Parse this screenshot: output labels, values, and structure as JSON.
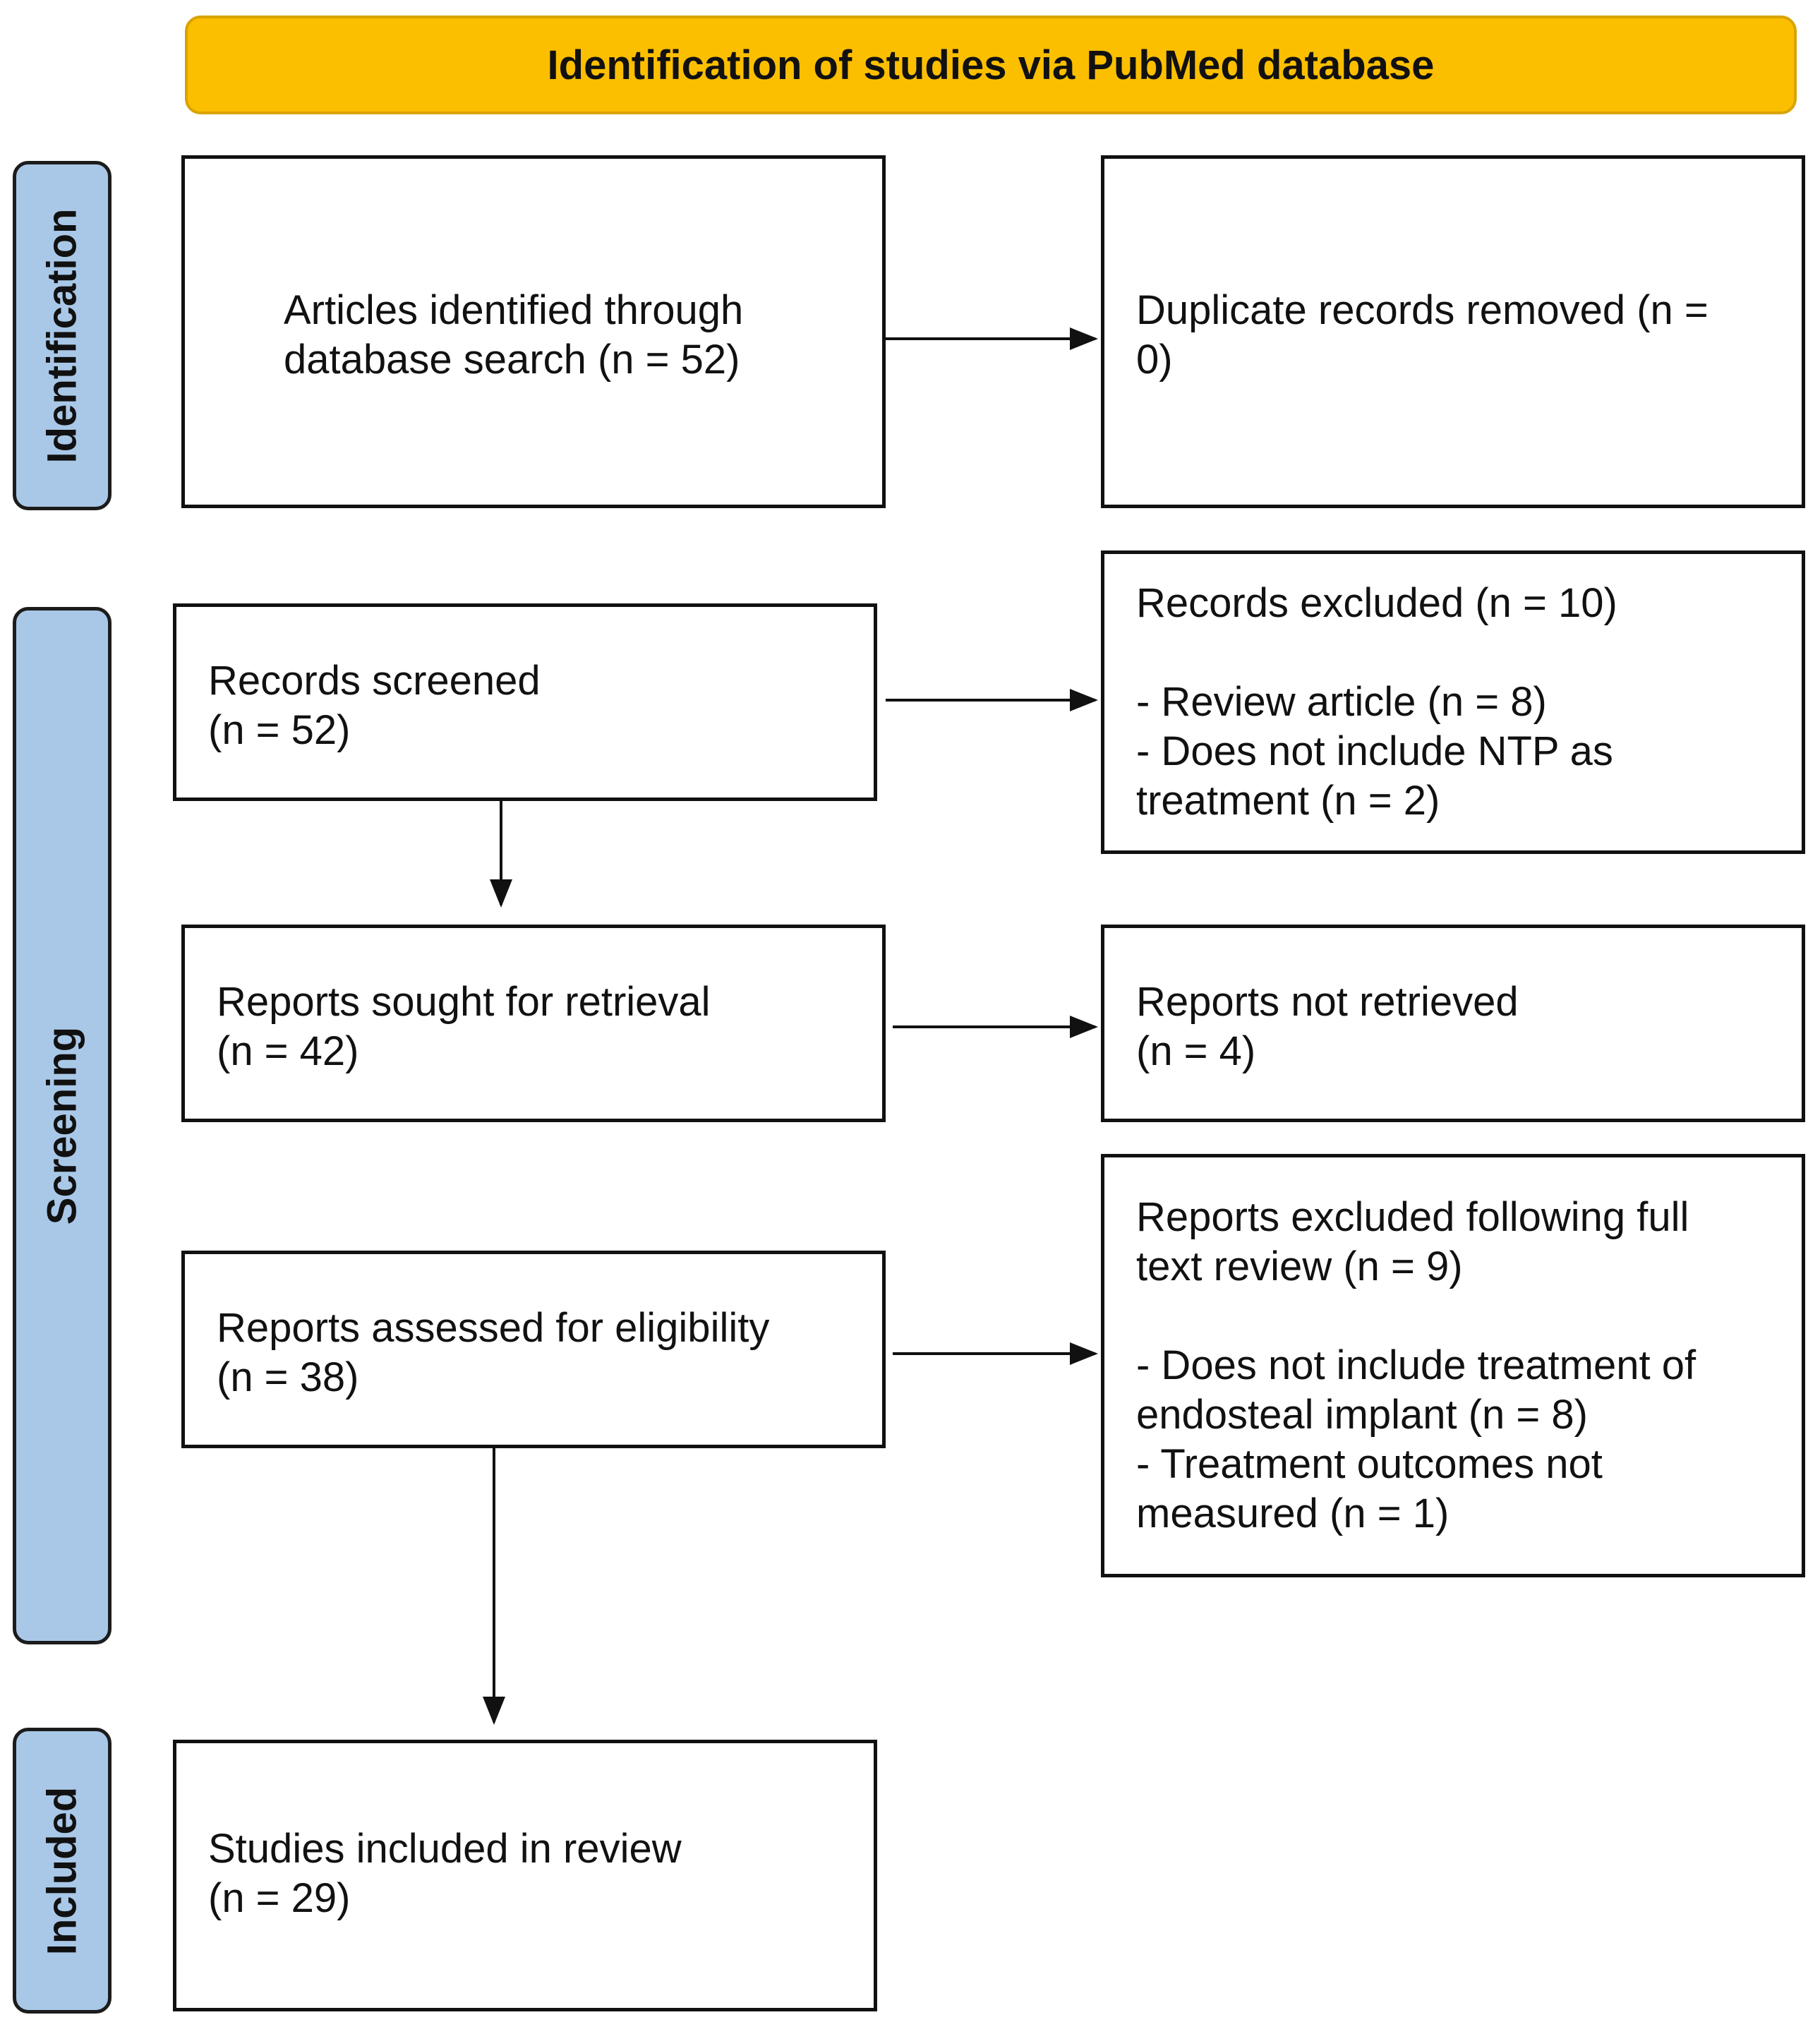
{
  "banner": {
    "text": "Identification of studies via PubMed database"
  },
  "stages": {
    "identification": "Identification",
    "screening": "Screening",
    "included": "Included"
  },
  "boxes": {
    "identified": "Articles identified through\ndatabase search (n = 52)",
    "duplicates": "Duplicate records removed (n =\n0)",
    "screened": "Records screened\n(n = 52)",
    "excluded": "Records excluded (n = 10)\n\n- Review article (n = 8)\n- Does not include NTP as\ntreatment (n = 2)",
    "sought": "Reports sought for retrieval\n(n = 42)",
    "not_retrieved": "Reports not retrieved\n(n = 4)",
    "assessed": "Reports assessed for eligibility\n(n = 38)",
    "excluded_fulltext": "Reports excluded following full\ntext review (n = 9)\n\n- Does not include treatment of\nendosteal implant (n = 8)\n- Treatment outcomes not\nmeasured (n = 1)",
    "included": "Studies included in review\n(n = 29)"
  }
}
